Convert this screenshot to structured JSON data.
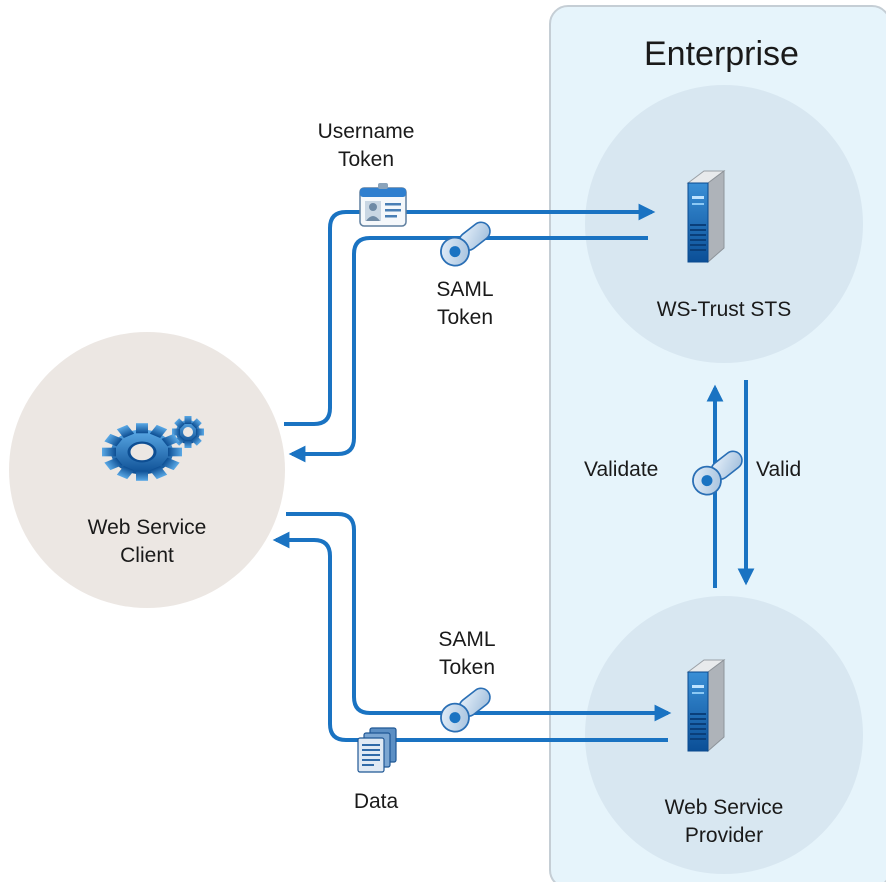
{
  "enterprise": {
    "title": "Enterprise"
  },
  "nodes": {
    "client": {
      "line1": "Web Service",
      "line2": "Client"
    },
    "sts": {
      "label": "WS-Trust STS"
    },
    "provider": {
      "line1": "Web Service",
      "line2": "Provider"
    }
  },
  "tokens": {
    "username": {
      "line1": "Username",
      "line2": "Token"
    },
    "saml_top": {
      "line1": "SAML",
      "line2": "Token"
    },
    "saml_bottom": {
      "line1": "SAML",
      "line2": "Token"
    },
    "data": {
      "label": "Data"
    }
  },
  "validation": {
    "validate": "Validate",
    "valid": "Valid"
  },
  "colors": {
    "arrow": "#1a73c2",
    "enterprise_bg": "#e6f4fb",
    "enterprise_border": "#c8d0d6",
    "node_circle": "#d9e8f2",
    "client_circle": "#ece7e3"
  }
}
